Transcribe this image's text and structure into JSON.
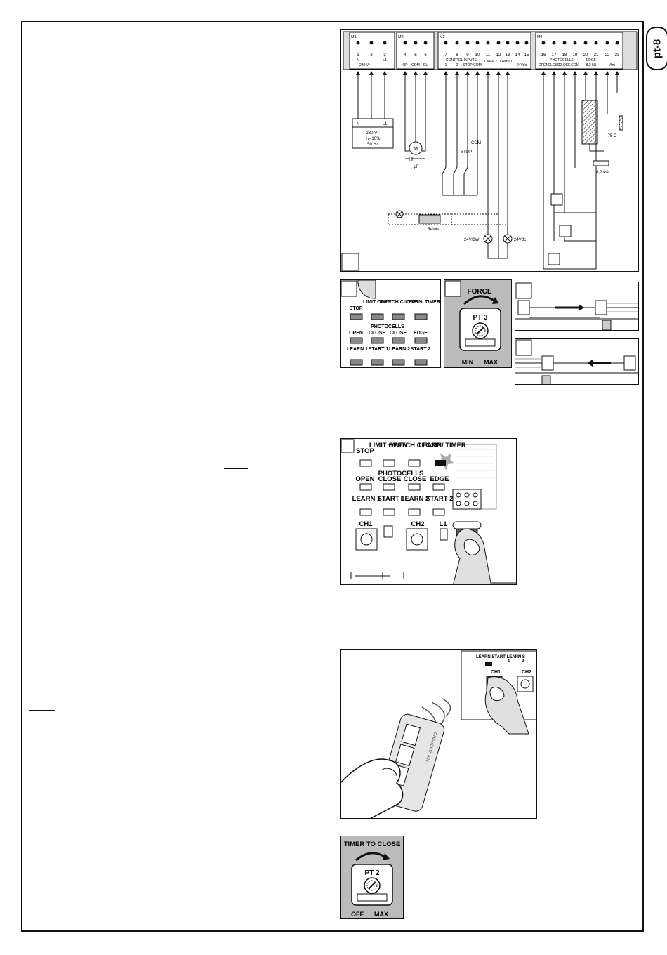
{
  "page_tab": "pt-8",
  "wiring": {
    "blocks": [
      "M1",
      "M2",
      "M3",
      "M4"
    ],
    "terminals": [
      "1",
      "2",
      "3",
      "4",
      "5",
      "6",
      "7",
      "8",
      "9",
      "10",
      "11",
      "12",
      "13",
      "14",
      "15",
      "16",
      "17",
      "18",
      "19",
      "20",
      "21",
      "22",
      "23"
    ],
    "sub_labels": [
      "N",
      "L1",
      "230 V~",
      "OP",
      "COM",
      "CL",
      "CONTROL INPUTS",
      "1",
      "2",
      "STOP",
      "COM",
      "LAMP 2",
      "LAMP 1",
      "24Vdc",
      "PHOTOCELLS",
      "OPEN",
      "CLOSE",
      "CLOSE",
      "COM",
      "EDGE",
      "8,2 kΩ",
      "Ant"
    ],
    "supply": {
      "n": "N",
      "l1": "L1",
      "line1": "230 V~",
      "line2": "+/- 10%",
      "line3": "50 Hz"
    },
    "motor_cap": "µF",
    "stop": "STOP",
    "com": "COM",
    "relais": "Relais",
    "lamp_24v3w": "24V/3W",
    "lamp_24vdc": "24Vdc",
    "edge_res": "8,2 kΩ",
    "ant_res": "75 Ω"
  },
  "led_panel": {
    "row1": [
      "STOP",
      "LIMIT OPEN",
      "SWITCH CLOSE",
      "LEARN/ TIMER"
    ],
    "photocells": "PHOTOCELLS",
    "row2": [
      "OPEN",
      "CLOSE",
      "CLOSE",
      "EDGE"
    ],
    "row3": [
      "LEARN 1",
      "START 1",
      "LEARN 2",
      "START 2"
    ]
  },
  "force_pot": {
    "title": "FORCE",
    "name": "PT 3",
    "min": "MIN",
    "max": "MAX"
  },
  "learn_panel": {
    "row1": [
      "STOP",
      "LIMIT OPEN",
      "SWITCH CLOSE",
      "LEARN/ TIMER"
    ],
    "photocells": "PHOTOCELLS",
    "row2": [
      "OPEN",
      "CLOSE",
      "CLOSE",
      "EDGE"
    ],
    "row3": [
      "LEARN 1",
      "START 1",
      "LEARN 2",
      "START 2"
    ],
    "ch1": "CH1",
    "ch2": "CH2",
    "l1": "L1"
  },
  "remote_panel": {
    "header": "LEARN START LEARN S",
    "cols": [
      "1",
      "2"
    ],
    "ch1": "CH1",
    "ch2": "CH2",
    "brand": "CHAMBERLAIN"
  },
  "timer_pot": {
    "title": "TIMER TO CLOSE",
    "name": "PT 2",
    "min": "OFF",
    "max": "MAX"
  }
}
